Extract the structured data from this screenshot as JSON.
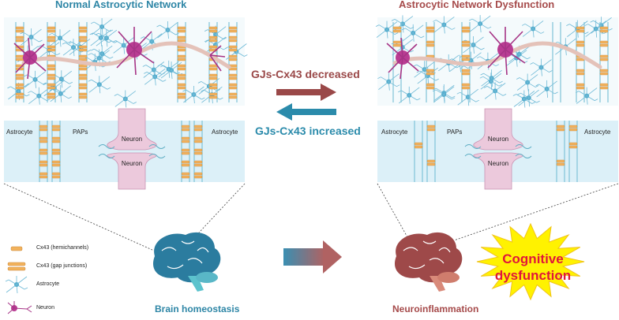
{
  "titles": {
    "left": "Normal Astrocytic Network",
    "right": "Astrocytic Network Dysfunction"
  },
  "arrows": {
    "decreased": "GJs-Cx43 decreased",
    "increased": "GJs-Cx43 increased"
  },
  "panels": {
    "left": {
      "astrocyte_a": "Astrocyte",
      "paps": "PAPs",
      "astrocyte_b": "Astrocyte",
      "neuron_top": "Neuron",
      "neuron_bottom": "Neuron"
    },
    "right": {
      "astrocyte_a": "Astrocyte",
      "paps": "PAPs",
      "astrocyte_b": "Astrocyte",
      "neuron_top": "Neuron",
      "neuron_bottom": "Neuron"
    }
  },
  "legend": [
    {
      "label": "Cx43 (hemichannels)",
      "icon": "hemichannel-icon"
    },
    {
      "label": "Cx43 (gap junctions)",
      "icon": "gap-junction-icon"
    },
    {
      "label": "Astrocyte",
      "icon": "astrocyte-icon"
    },
    {
      "label": "Neuron",
      "icon": "neuron-icon"
    }
  ],
  "bottom": {
    "left_label": "Brain homeostasis",
    "right_label": "Neuroinflammation",
    "outcome": "Cognitive dysfunction"
  },
  "colors": {
    "healthy": "#2e86a6",
    "disease": "#a64b4b",
    "panel_bg": "#dcf0f8",
    "connexin": "#f2b25c",
    "neuron": "#e8c4d9",
    "burst": "#fff200",
    "outcome_text": "#e0163a"
  }
}
